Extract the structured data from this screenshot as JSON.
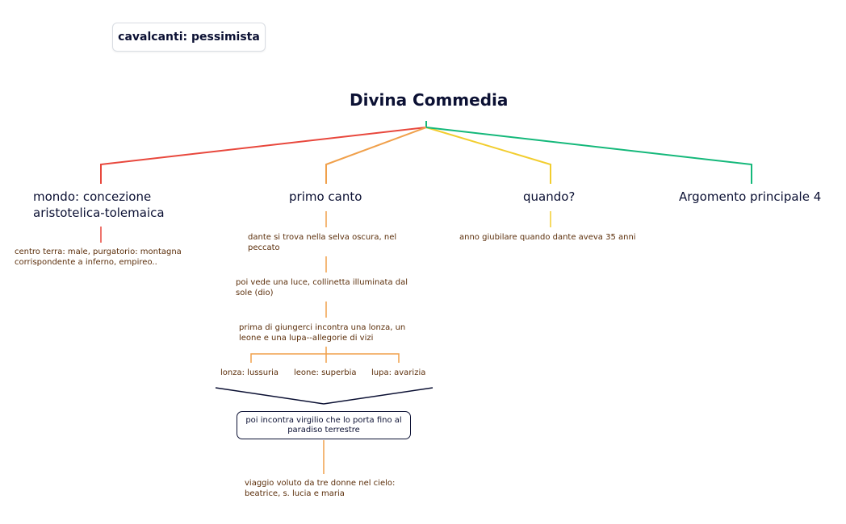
{
  "note": "cavalcanti: pessimista",
  "root": "Divina Commedia",
  "branches": {
    "mondo": {
      "title_line1": "mondo: concezione",
      "title_line2": "aristotelica-tolemaica",
      "detail_line1": "centro terra: male, purgatorio: montagna",
      "detail_line2": "corrispondente a inferno, empireo..",
      "color": "#e8473c"
    },
    "primo_canto": {
      "title": "primo canto",
      "step1_line1": "dante si trova nella selva oscura, nel",
      "step1_line2": "peccato",
      "step2_line1": "poi vede una luce, collinetta illuminata dal",
      "step2_line2": "sole (dio)",
      "step3_line1": "prima di giungerci incontra una lonza, un",
      "step3_line2": "leone e una lupa--allegorie di vizi",
      "vizi": [
        "lonza: lussuria",
        "leone: superbia",
        "lupa: avarizia"
      ],
      "summary": "poi incontra virgilio che lo porta fino al paradiso terrestre",
      "final_line1": "viaggio voluto da tre donne nel cielo:",
      "final_line2": "beatrice, s. lucia e maria",
      "color": "#f0a04b"
    },
    "quando": {
      "title": "quando?",
      "detail": "anno giubilare quando dante aveva 35 anni",
      "color": "#f2cd2e"
    },
    "argomento": {
      "title": "Argomento principale 4",
      "color": "#14b87a"
    }
  }
}
